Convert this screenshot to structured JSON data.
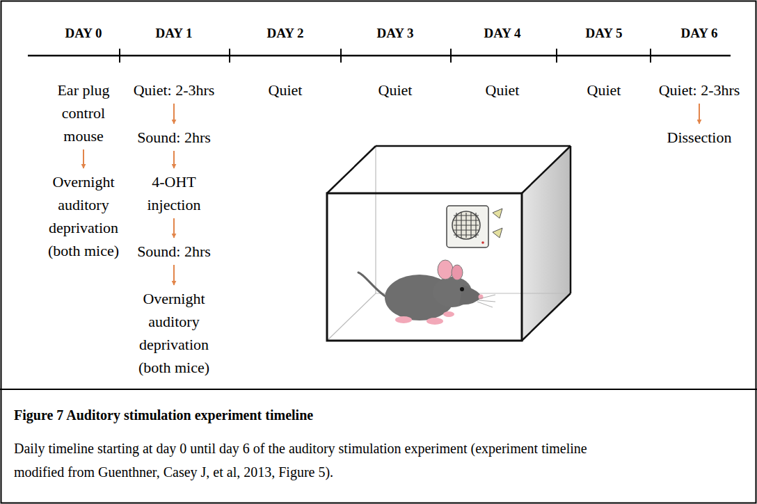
{
  "diagram": {
    "title": "Figure 7 Auditory stimulation experiment timeline",
    "caption": "Daily timeline starting at day 0 until day 6 of the auditory stimulation experiment (experiment timeline modified from Guenthner, Casey J, et al, 2013, Figure 5).",
    "nodes": [
      {
        "text": [
          "Ear plug control mouse"
        ]
      },
      {
        "text": [
          "Overnight auditory deprivation (both mice)"
        ]
      },
      {
        "text": [
          "Quiet: 2-3hrs"
        ]
      },
      {
        "text": [
          "Sound: 2hrs"
        ]
      },
      {
        "text": [
          "4-OHT injection"
        ]
      },
      {
        "text": [
          "Sound: 2hrs"
        ]
      },
      {
        "text": [
          "Overnight auditory deprivation (both mice)"
        ]
      },
      {
        "text": [
          "Quiet"
        ]
      },
      {
        "text": [
          "Quiet"
        ]
      },
      {
        "text": [
          "Quiet"
        ]
      },
      {
        "text": [
          "Quiet"
        ]
      },
      {
        "text": [
          "Quiet: 2-3hrs"
        ]
      },
      {
        "text": [
          "Dissection"
        ]
      }
    ],
    "edges": [
      {
        "from": 0,
        "to": 1,
        "arrow": "to"
      },
      {
        "from": 2,
        "to": 3,
        "arrow": "to"
      },
      {
        "from": 3,
        "to": 4,
        "arrow": "to"
      },
      {
        "from": 4,
        "to": 5,
        "arrow": "to"
      },
      {
        "from": 5,
        "to": 6,
        "arrow": "to"
      },
      {
        "from": 11,
        "to": 12,
        "arrow": "to"
      }
    ],
    "labels": [
      "DAY 0",
      "DAY 1",
      "DAY 2",
      "DAY 3",
      "DAY 4",
      "DAY 5",
      "DAY 6"
    ]
  }
}
